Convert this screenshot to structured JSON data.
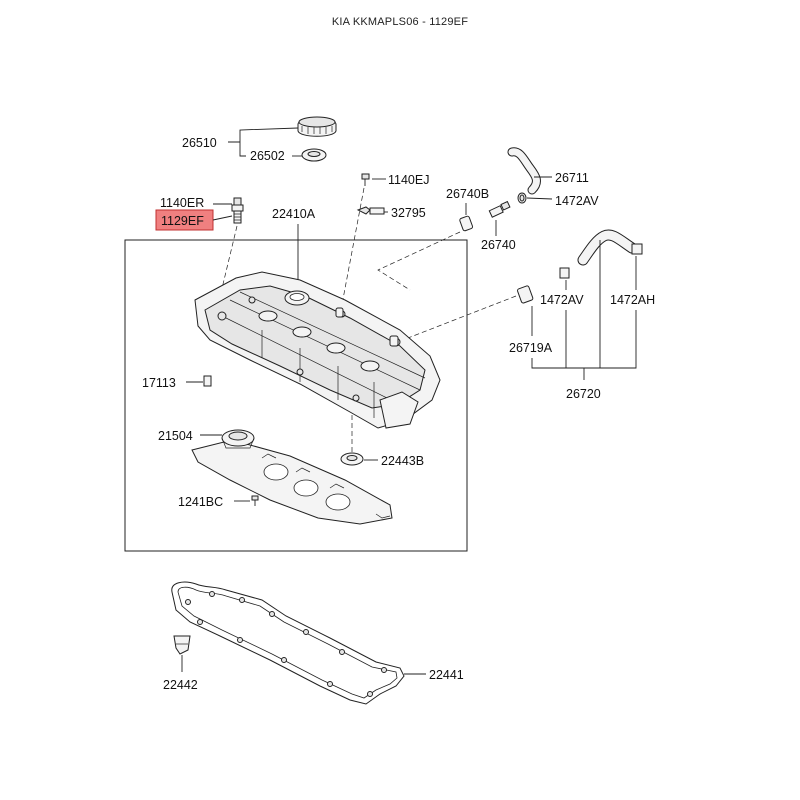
{
  "header": {
    "title": "KIA KKMAPLS06 - 1129EF"
  },
  "highlight_color": "#f08080",
  "labels": {
    "p26510": "26510",
    "p26502": "26502",
    "p1140EJ": "1140EJ",
    "p1140ER": "1140ER",
    "p1129EF": "1129EF",
    "p22410A": "22410A",
    "p32795": "32795",
    "p26740B": "26740B",
    "p26740": "26740",
    "p26711": "26711",
    "p1472AV_a": "1472AV",
    "p1472AV_b": "1472AV",
    "p1472AH": "1472AH",
    "p26719A": "26719A",
    "p26720": "26720",
    "p17113": "17113",
    "p21504": "21504",
    "p22443B": "22443B",
    "p1241BC": "1241BC",
    "p22441": "22441",
    "p22442": "22442"
  }
}
